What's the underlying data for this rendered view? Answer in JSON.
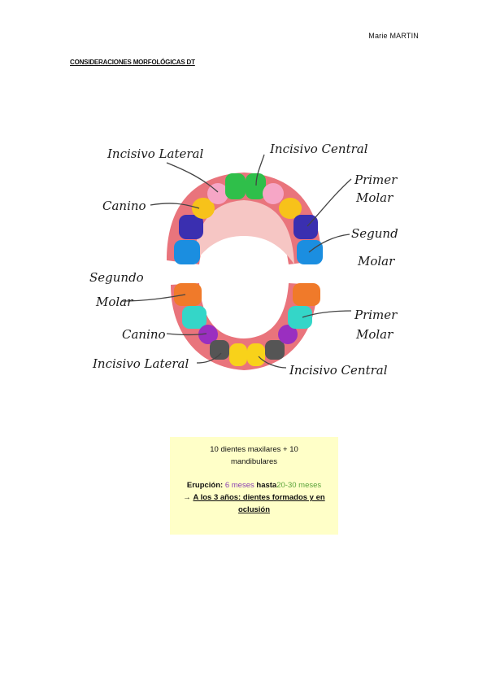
{
  "header": {
    "author": "Marie MARTIN"
  },
  "document": {
    "heading": "CONSIDERACIONES MORFOLÓGICAS DT"
  },
  "figure": {
    "upper_labels": {
      "incisivo_lateral": "Incisivo Lateral",
      "incisivo_central": "Incisivo Central",
      "canino": "Canino",
      "primer": "Primer",
      "molar_primer": "Molar",
      "segundo": "Segundo",
      "molar_segundo": "Molar"
    },
    "lower_labels": {
      "segundo": "Segundo",
      "molar_segundo": "Molar",
      "canino": "Canino",
      "primer": "Primer",
      "molar_primer": "Molar",
      "incisivo_lateral": "Incisivo Lateral",
      "incisivo_central": "Incisivo Central"
    },
    "colors": {
      "gum": "#e9747c",
      "palate": "#f6c6c4",
      "incisivo_central_sup": "#2fbf4a",
      "incisivo_lateral_sup": "#f6a6c6",
      "canino_sup": "#f7c21a",
      "primer_molar_sup": "#3a2fb0",
      "segundo_molar_sup": "#1b8ee0",
      "segundo_molar_inf": "#f07a2a",
      "primer_molar_inf": "#34d6c8",
      "canino_inf": "#9a2fc0",
      "incisivo_lateral_inf": "#555555",
      "incisivo_central_inf": "#f8d21a"
    }
  },
  "note": {
    "line1": "10 dientes maxilares + 10 mandibulares",
    "erupcion_label": "Erupción:",
    "erupcion_from": "6 meses",
    "erupcion_mid": "hasta",
    "erupcion_to": "20-30 meses",
    "arrow": "→",
    "conclusion": "A los 3 años: dientes formados y en oclusión"
  }
}
